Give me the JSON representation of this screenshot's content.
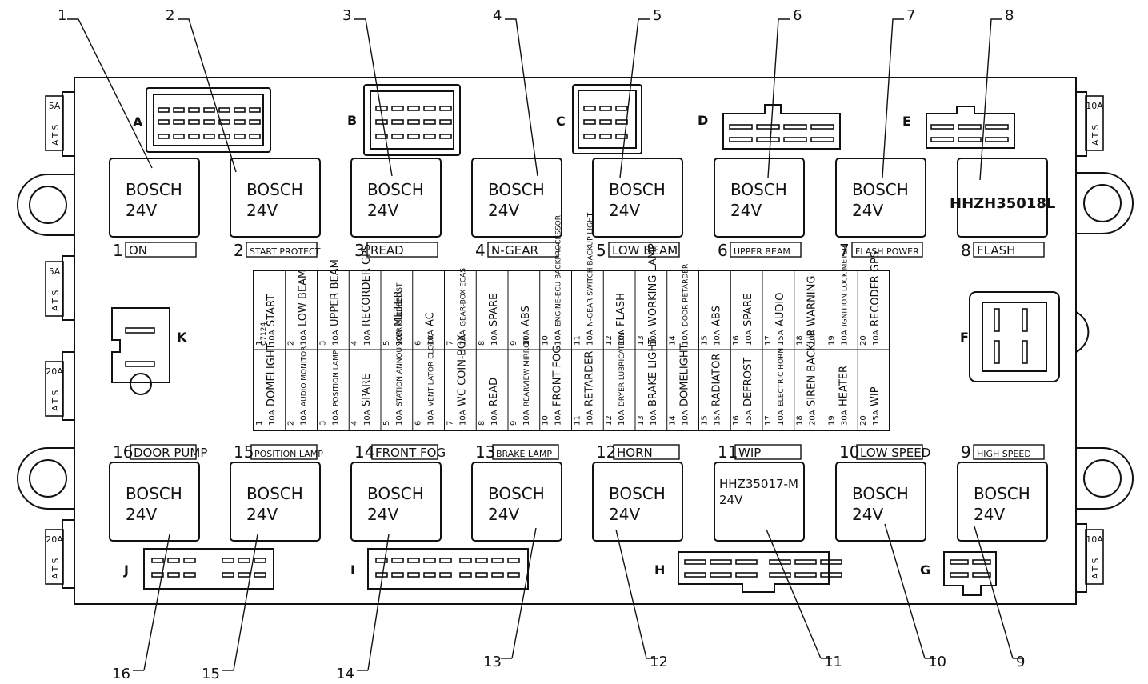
{
  "callouts": [
    "1",
    "2",
    "3",
    "4",
    "5",
    "6",
    "7",
    "8",
    "9",
    "10",
    "11",
    "12",
    "13",
    "14",
    "15",
    "16"
  ],
  "connectors": {
    "A": "A",
    "B": "B",
    "C": "C",
    "D": "D",
    "E": "E",
    "F": "F",
    "G": "G",
    "H": "H",
    "I": "I",
    "J": "J",
    "K": "K"
  },
  "relays_top": [
    {
      "brand": "BOSCH",
      "volt": "24V",
      "num": "1",
      "label": "ON"
    },
    {
      "brand": "BOSCH",
      "volt": "24V",
      "num": "2",
      "label": "START PROTECT"
    },
    {
      "brand": "BOSCH",
      "volt": "24V",
      "num": "3",
      "label": "READ"
    },
    {
      "brand": "BOSCH",
      "volt": "24V",
      "num": "4",
      "label": "N-GEAR"
    },
    {
      "brand": "BOSCH",
      "volt": "24V",
      "num": "5",
      "label": "LOW BEAM"
    },
    {
      "brand": "BOSCH",
      "volt": "24V",
      "num": "6",
      "label": "UPPER BEAM"
    },
    {
      "brand": "BOSCH",
      "volt": "24V",
      "num": "7",
      "label": "FLASH POWER"
    },
    {
      "brand": "HHZH35018L",
      "volt": "",
      "num": "8",
      "label": "FLASH"
    }
  ],
  "relays_bottom": [
    {
      "brand": "BOSCH",
      "volt": "24V",
      "num": "16",
      "label": "DOOR PUMP"
    },
    {
      "brand": "BOSCH",
      "volt": "24V",
      "num": "15",
      "label": "POSITION LAMP"
    },
    {
      "brand": "BOSCH",
      "volt": "24V",
      "num": "14",
      "label": "FRONT FOG"
    },
    {
      "brand": "BOSCH",
      "volt": "24V",
      "num": "13",
      "label": "BRAKE LAMP"
    },
    {
      "brand": "BOSCH",
      "volt": "24V",
      "num": "12",
      "label": "HORN"
    },
    {
      "brand": "HHZ35017-M",
      "volt": "24V",
      "num": "11",
      "label": "WIP"
    },
    {
      "brand": "BOSCH",
      "volt": "24V",
      "num": "10",
      "label": "LOW SPEED"
    },
    {
      "brand": "BOSCH",
      "volt": "24V",
      "num": "9",
      "label": "HIGH SPEED"
    }
  ],
  "side_fuses": {
    "left": [
      {
        "rating": "5A",
        "type": "ATS"
      },
      {
        "rating": "5A",
        "type": "ATS"
      },
      {
        "rating": "20A",
        "type": "ATS"
      },
      {
        "rating": "20A",
        "type": "ATS"
      }
    ],
    "right": [
      {
        "rating": "10A",
        "type": "ATS"
      },
      {
        "rating": "10A",
        "type": "ATS"
      }
    ]
  },
  "fuses_top": [
    {
      "rating": "10A",
      "name": "START",
      "num": "1"
    },
    {
      "rating": "10A",
      "name": "LOW BEAM",
      "num": "2"
    },
    {
      "rating": "10A",
      "name": "UPPER BEAM",
      "num": "3"
    },
    {
      "rating": "10A",
      "name": "RECORDER GPS",
      "num": "4"
    },
    {
      "rating": "10A",
      "name": "METER",
      "num": "5"
    },
    {
      "rating": "10A",
      "name": "AC",
      "num": "6"
    },
    {
      "rating": "10A",
      "name": "GEAR-BOX ECAS",
      "num": "7"
    },
    {
      "rating": "10A",
      "name": "SPARE",
      "num": "8"
    },
    {
      "rating": "10A",
      "name": "ABS",
      "num": "9"
    },
    {
      "rating": "10A",
      "name": "ENGINE-ECU BACKPROCESSOR",
      "num": "10"
    },
    {
      "rating": "10A",
      "name": "N-GEAR SWITCH BACKUP LIGHT",
      "num": "11"
    },
    {
      "rating": "10A",
      "name": "FLASH",
      "num": "12"
    },
    {
      "rating": "10A",
      "name": "WORKING LAMP",
      "num": "13"
    },
    {
      "rating": "10A",
      "name": "DOOR RETARDER",
      "num": "14"
    },
    {
      "rating": "10A",
      "name": "ABS",
      "num": "15"
    },
    {
      "rating": "10A",
      "name": "SPARE",
      "num": "16"
    },
    {
      "rating": "15A",
      "name": "AUDIO",
      "num": "17"
    },
    {
      "rating": "20A",
      "name": "WARNING",
      "num": "18"
    },
    {
      "rating": "10A",
      "name": "IGNITION LOCK METER",
      "num": "19"
    },
    {
      "rating": "10A",
      "name": "RECODER GPS",
      "num": "20"
    }
  ],
  "fuses_bottom": [
    {
      "rating": "10A",
      "name": "DOMELIGHT",
      "num": "1"
    },
    {
      "rating": "10A",
      "name": "AUDIO MONITOR",
      "num": "2"
    },
    {
      "rating": "10A",
      "name": "POSITION LAMP",
      "num": "3"
    },
    {
      "rating": "10A",
      "name": "SPARE",
      "num": "4"
    },
    {
      "rating": "10A",
      "name": "STATION ANNOUNCER GUIDEPOST",
      "num": "5"
    },
    {
      "rating": "10A",
      "name": "VENTILATOR CLOCK",
      "num": "6"
    },
    {
      "rating": "10A",
      "name": "WC COIN-BOX",
      "num": "7"
    },
    {
      "rating": "10A",
      "name": "READ",
      "num": "8"
    },
    {
      "rating": "10A",
      "name": "REARVIEW MIRROR",
      "num": "9"
    },
    {
      "rating": "10A",
      "name": "FRONT FOG",
      "num": "10"
    },
    {
      "rating": "10A",
      "name": "RETARDER",
      "num": "11"
    },
    {
      "rating": "10A",
      "name": "DRYER LUBRICATION",
      "num": "12"
    },
    {
      "rating": "10A",
      "name": "BRAKE LIGHT",
      "num": "13"
    },
    {
      "rating": "10A",
      "name": "DOMELIGHT",
      "num": "14"
    },
    {
      "rating": "15A",
      "name": "RADIATOR",
      "num": "15"
    },
    {
      "rating": "15A",
      "name": "DEFROST",
      "num": "16"
    },
    {
      "rating": "10A",
      "name": "ELECTRIC HORN",
      "num": "17"
    },
    {
      "rating": "20A",
      "name": "SIREN BACKUP",
      "num": "18"
    },
    {
      "rating": "30A",
      "name": "HEATER",
      "num": "19"
    },
    {
      "rating": "15A",
      "name": "WIP",
      "num": "20"
    }
  ],
  "panel_code": "C7124"
}
